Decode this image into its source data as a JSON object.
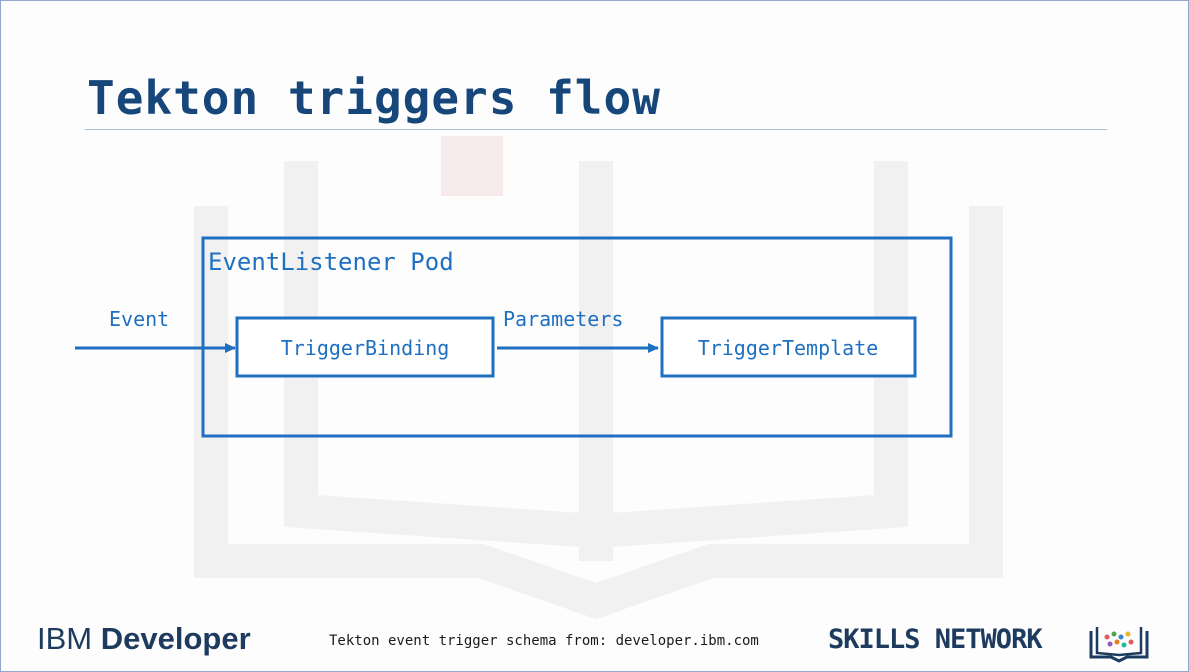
{
  "slide": {
    "title": "Tekton triggers flow",
    "caption": "Tekton event trigger schema from: developer.ibm.com"
  },
  "diagram": {
    "container_label": "EventListener Pod",
    "input_label": "Event",
    "edge_label": "Parameters",
    "nodes": [
      "TriggerBinding",
      "TriggerTemplate"
    ],
    "colors": {
      "accent": "#1f70c1",
      "title": "#16467a",
      "rule": "#aac0d6"
    }
  },
  "footer": {
    "brand_prefix": "IBM",
    "brand_name": "Developer",
    "right_brand": "SKILLS NETWORK",
    "icons": [
      "book-icon"
    ]
  }
}
